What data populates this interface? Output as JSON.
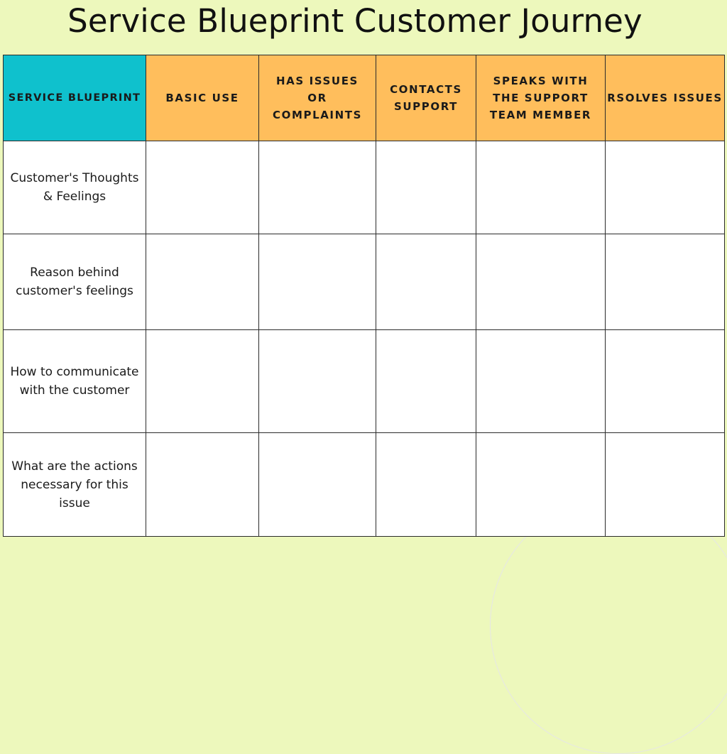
{
  "title": "Service Blueprint Customer Journey",
  "table": {
    "corner_header": "SERVICE BLUEPRINT",
    "stages": [
      "BASIC USE",
      "HAS ISSUES OR COMPLAINTS",
      "CONTACTS SUPPORT",
      "SPEAKS WITH THE SUPPORT TEAM MEMBER",
      "RSOLVES ISSUES"
    ],
    "rows": [
      {
        "label": "Customer's Thoughts & Feelings"
      },
      {
        "label": "Reason behind customer's feelings"
      },
      {
        "label": "How to communicate with the customer"
      },
      {
        "label": "What are the actions necessary for this issue"
      }
    ]
  },
  "colors": {
    "background": "#edf8bc",
    "corner_header": "#0fc1cd",
    "stage_header": "#ffbe5c",
    "cell": "#ffffff",
    "border": "#2b2b2b"
  }
}
